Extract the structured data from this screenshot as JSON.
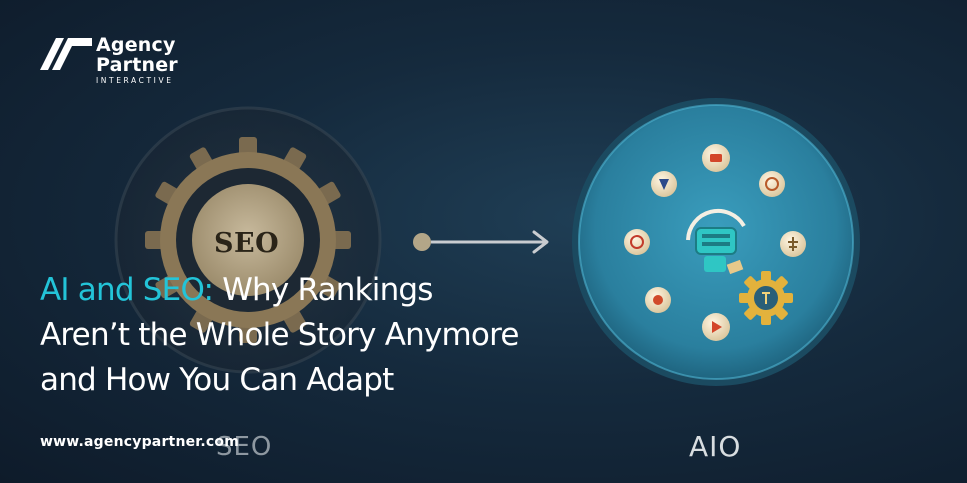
{
  "brand": {
    "name_line1": "Agency",
    "name_line2": "Partner",
    "name_line3": "INTERACTIVE"
  },
  "headline": {
    "accent": "AI and SEO:",
    "rest_line1": " Why Rankings",
    "line2": "Aren’t the Whole Story Anymore",
    "line3": "and How You Can Adapt"
  },
  "website": "www.agencypartner.com",
  "illustration": {
    "gear_label": "SEO",
    "left_caption": "SEO",
    "right_caption": "AIO"
  },
  "colors": {
    "accent": "#23c4d8",
    "background": "#152a3d",
    "circle": "#2f8aa8"
  }
}
